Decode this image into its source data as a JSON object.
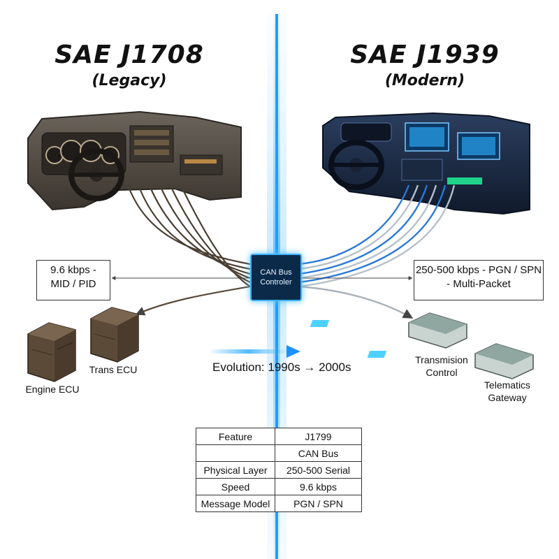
{
  "titles": {
    "left": {
      "main": "SAE J1708",
      "sub": "(Legacy)"
    },
    "right": {
      "main": "SAE J1939",
      "sub": "(Modern)"
    }
  },
  "specs": {
    "left": [
      "9.6 kbps -",
      "MID / PID"
    ],
    "right": [
      "250-500 kbps - PGN / SPN",
      "- Multi-Packet"
    ]
  },
  "controller": {
    "lines": [
      "CAN Bus",
      "Controler"
    ]
  },
  "devices": {
    "engine_ecu": "Engine ECU",
    "trans_ecu": "Trans ECU",
    "transmission_control": [
      "Transmision",
      "Control"
    ],
    "telematics_gateway": [
      "Telematics",
      "Gateway"
    ]
  },
  "evolution": "Evolution: 1990s → 2000s",
  "table": {
    "rows": [
      [
        "Feature",
        "J1799"
      ],
      [
        "",
        "CAN Bus"
      ],
      [
        "Physical Layer",
        "250-500 Serial"
      ],
      [
        "Speed",
        "9.6 kbps"
      ],
      [
        "Message Model",
        "PGN / SPN"
      ]
    ]
  },
  "colors": {
    "legacy_dash": "#5a534b",
    "legacy_wire": "#4a3f33",
    "modern_dash": "#1f2d45",
    "modern_wire_blue": "#2a78d8",
    "modern_wire_gray": "#b8c0c8",
    "glow": "#3fb4ff",
    "ecu_box": "#5b4a38",
    "module": "#8fa7a0"
  },
  "icons": [
    "steering-wheel-icon",
    "gauge-icon",
    "ecu-box-icon",
    "module-icon",
    "arrow-right-icon"
  ]
}
